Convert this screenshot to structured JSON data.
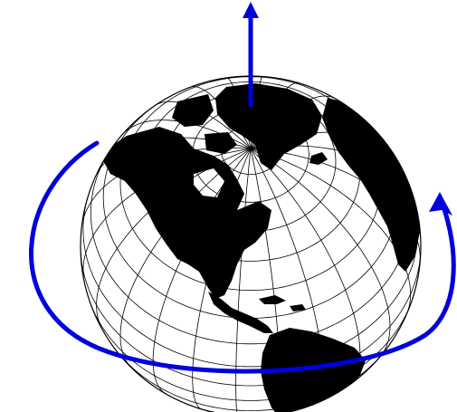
{
  "figure": {
    "subject": "globe-rotation-axis",
    "icons": {
      "globe": "globe-icon",
      "axis": "rotation-axis-arrow",
      "rotation": "rotation-direction-arrow"
    },
    "colors": {
      "background": "#ffffff",
      "ocean": "#ffffff",
      "land": "#000000",
      "graticule": "#000000",
      "arrows": "#0000dd"
    },
    "graticule": {
      "meridian_spacing_deg": 15,
      "parallel_spacing_deg": 10
    },
    "visible_continents": [
      "north-america",
      "greenland",
      "central-america",
      "south-america",
      "europe-africa-edge"
    ]
  }
}
